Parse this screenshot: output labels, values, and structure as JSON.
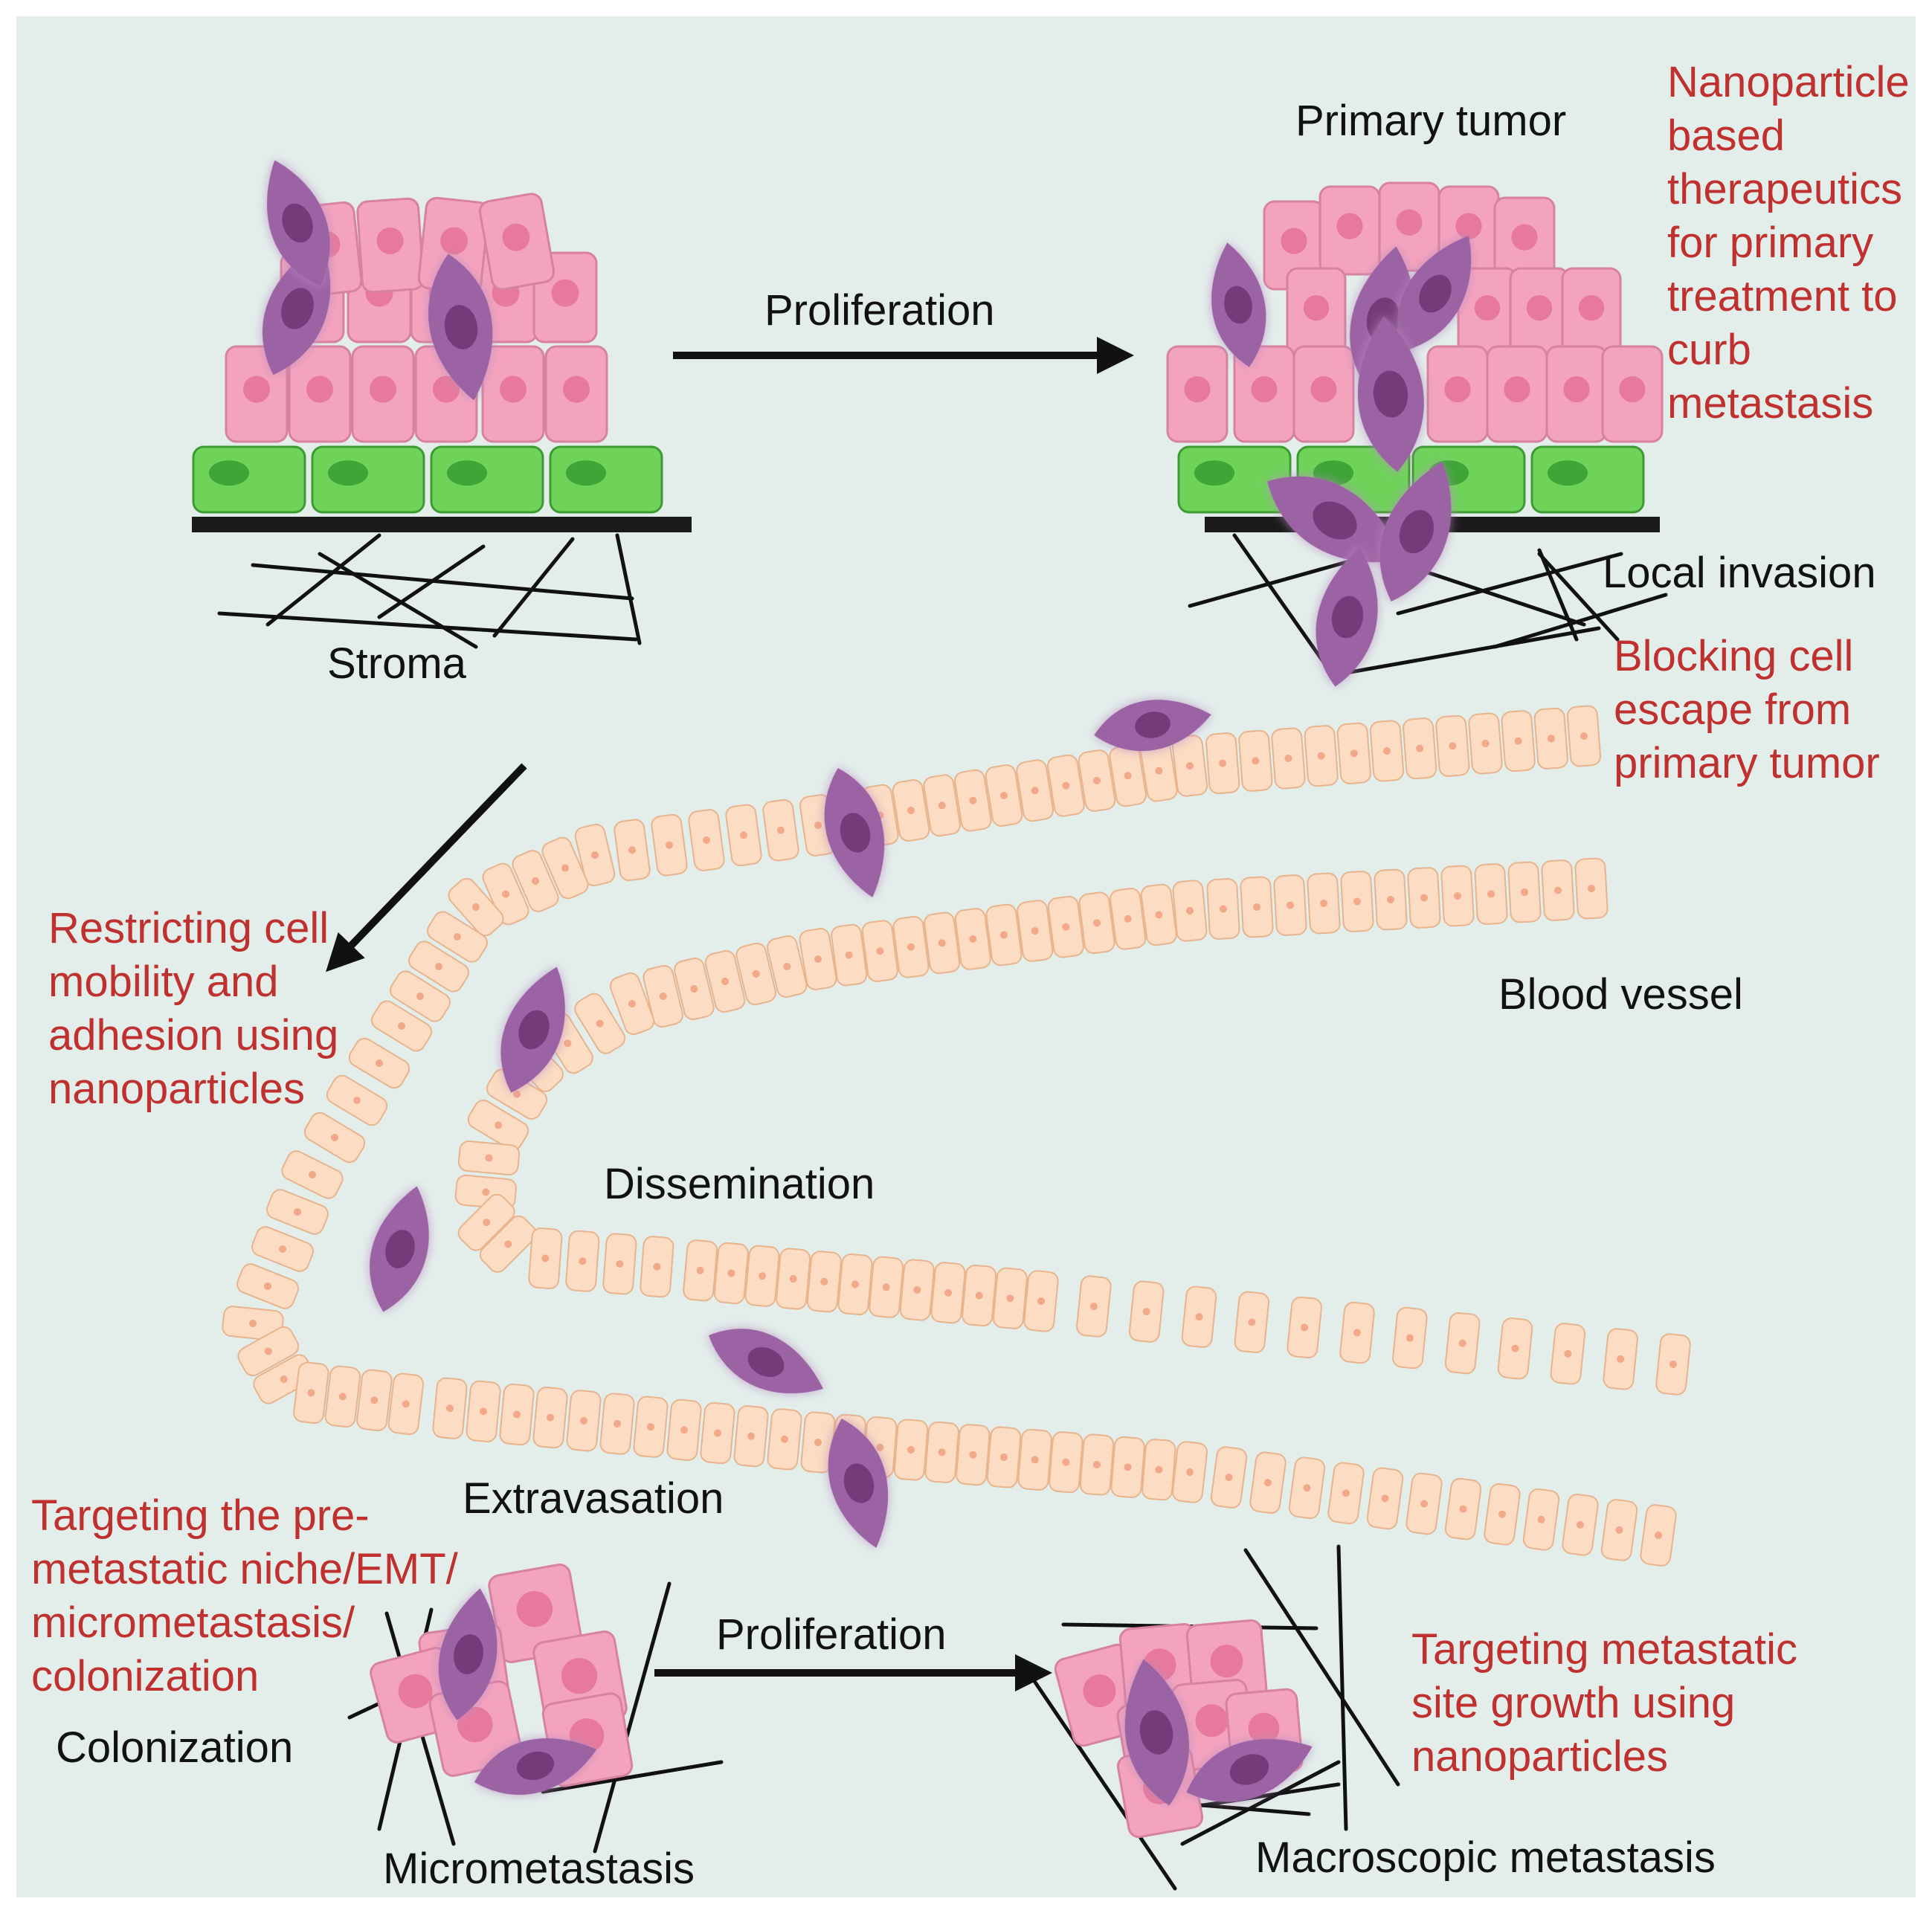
{
  "colors": {
    "background": "#e3eeeb",
    "tumor_cell": "#f4a3bd",
    "tumor_nucleus": "#e7799c",
    "stroma_layer_cell": "#6fd35a",
    "stroma_nucleus": "#3ea536",
    "invasive_cell": "#9c64a4",
    "invasive_nucleus": "#733a79",
    "vessel_cell": "#fcdcc2",
    "vessel_nucleus": "#f3a889",
    "annotation_text": "#c0302e",
    "label_text": "#111111"
  },
  "labels": {
    "primary_tumor": "Primary tumor",
    "proliferation_top": "Proliferation",
    "stroma": "Stroma",
    "local_invasion": "Local invasion",
    "blood_vessel": "Blood vessel",
    "dissemination": "Dissemination",
    "extravasation": "Extravasation",
    "proliferation_bottom": "Proliferation",
    "colonization": "Colonization",
    "micrometastasis": "Micrometastasis",
    "macroscopic_metastasis": "Macroscopic metastasis"
  },
  "annotations": {
    "nanoparticle_therapeutics": [
      "Nanoparticle",
      "based",
      "therapeutics",
      "for primary",
      "treatment to",
      "curb",
      "metastasis"
    ],
    "blocking_escape": [
      "Blocking cell",
      "escape from",
      "primary tumor"
    ],
    "restricting_mobility": [
      "Restricting cell",
      "mobility and",
      "adhesion using",
      "nanoparticles"
    ],
    "targeting_niche": [
      "Targeting the pre-",
      "metastatic niche/EMT/",
      "micrometastasis/",
      "colonization"
    ],
    "targeting_growth": [
      "Targeting metastatic",
      "site growth using",
      "nanoparticles"
    ]
  },
  "icons": {
    "tumor_cell": "pink-cell-icon",
    "stroma_cell": "green-cell-icon",
    "invasive_cell": "purple-spindle-cell-icon",
    "vessel_cell": "endothelial-cell-icon",
    "arrow": "arrow-icon"
  }
}
